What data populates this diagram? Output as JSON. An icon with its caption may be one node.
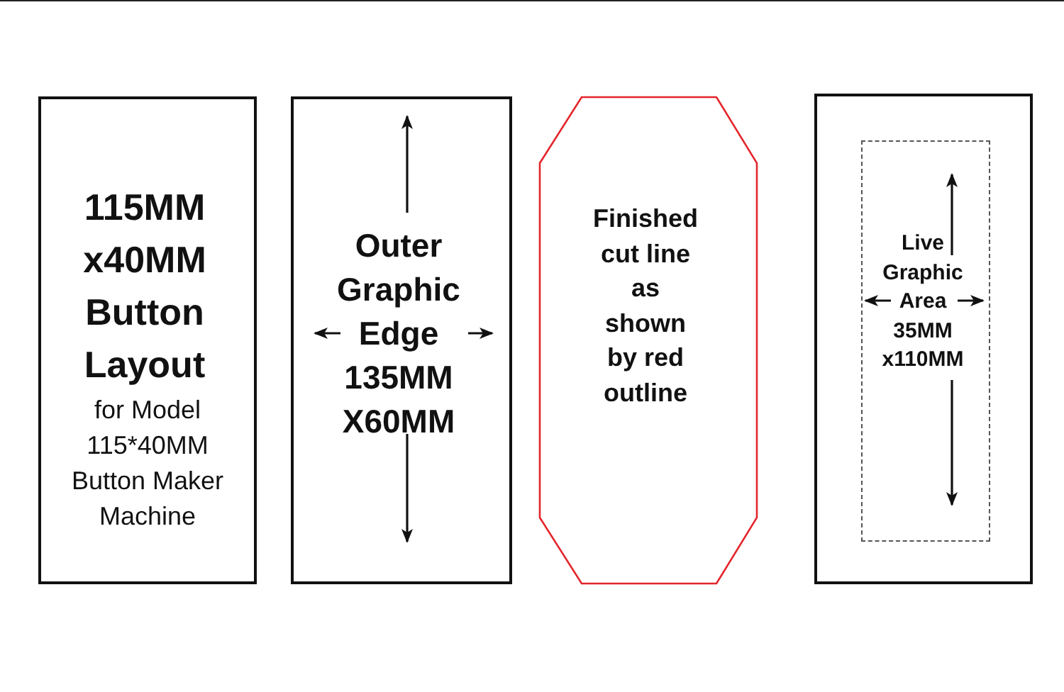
{
  "diagram": {
    "nodes": [
      {
        "text": [
          "115MM x40MM Button Layout",
          "for Model 115*40MM Button Maker Machine"
        ]
      },
      {
        "text": [
          "Outer Graphic Edge 135MM X60MM"
        ]
      },
      {
        "text": [
          "Finished cut line as shown by red outline"
        ]
      },
      {
        "text": [],
        "shape": "box"
      },
      {
        "text": [
          "Live Graphic Area 35MM x110MM"
        ],
        "in": 3
      }
    ],
    "edges": []
  }
}
